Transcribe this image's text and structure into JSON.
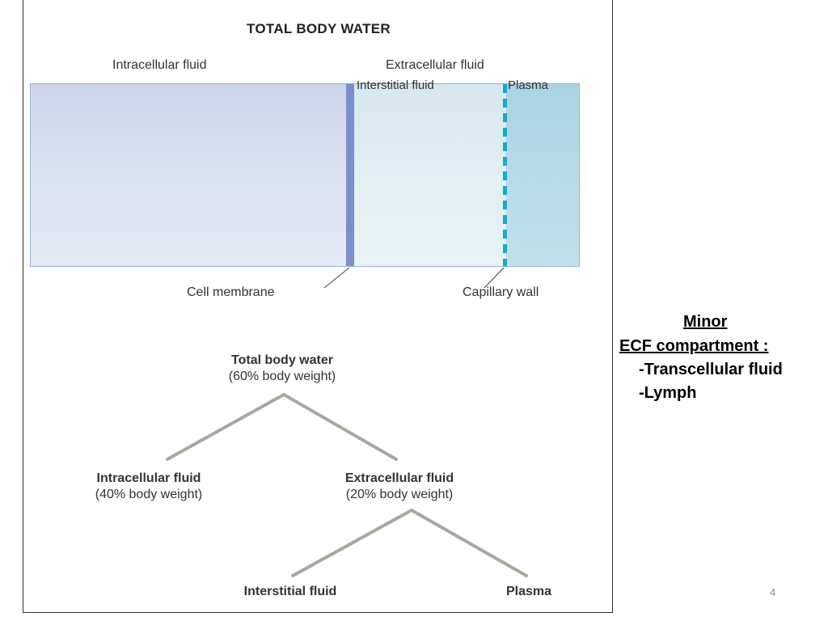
{
  "figure": {
    "title": "TOTAL BODY WATER",
    "region_labels": {
      "intracellular": "Intracellular fluid",
      "extracellular": "Extracellular fluid"
    },
    "inner_labels": {
      "interstitial": "Interstitial fluid",
      "plasma": "Plasma"
    },
    "callouts": {
      "cell_membrane": "Cell membrane",
      "capillary_wall": "Capillary wall"
    },
    "colors": {
      "intracellular_fill": "#d9e1f0",
      "membrane": "#7b8fce",
      "interstitial_fill": "#e2eff4",
      "plasma_fill": "#b6dbe7",
      "capillary_wall": "#19a9c9",
      "tree_lines": "#aaa79c"
    }
  },
  "tree": {
    "total": {
      "title": "Total body water",
      "sub": "(60% body weight)"
    },
    "intracellular": {
      "title": "Intracellular fluid",
      "sub": "(40% body weight)"
    },
    "extracellular": {
      "title": "Extracellular fluid",
      "sub": "(20% body weight)"
    },
    "interstitial": {
      "title": "Interstitial fluid"
    },
    "plasma": {
      "title": "Plasma"
    }
  },
  "side_note": {
    "heading_line1": "Minor ",
    "heading_line2": "ECF compartment :",
    "items": [
      "-Transcellular fluid",
      "-Lymph"
    ]
  },
  "slide_number": "4"
}
